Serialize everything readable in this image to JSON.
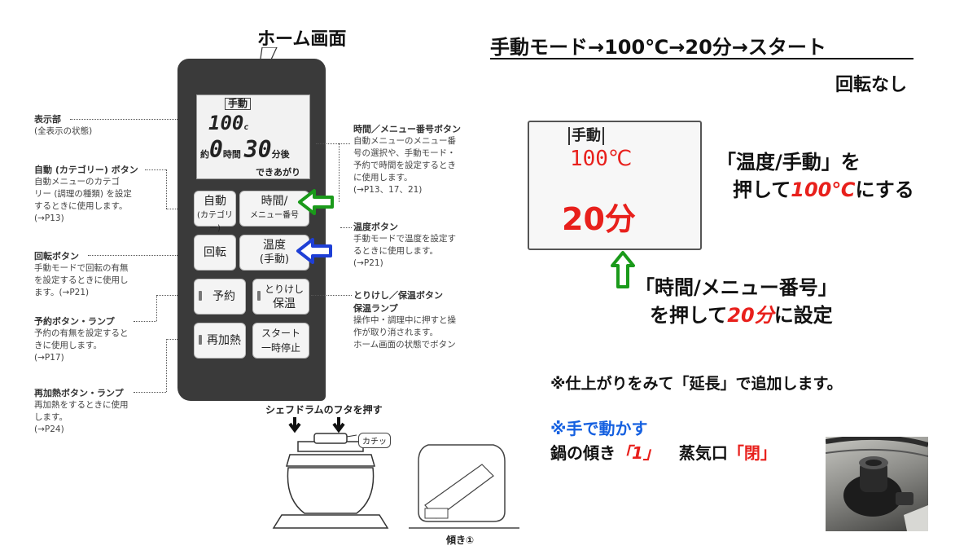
{
  "home_label": "ホーム画面",
  "display": {
    "mode": "手動",
    "temp_value": "100",
    "temp_unit": "c",
    "yaku": "約",
    "hours_value": "0",
    "hours_unit": "時間",
    "minutes_value": "30",
    "minutes_unit": "分後",
    "done": "できあがり"
  },
  "keys": {
    "auto_line1": "自動",
    "auto_line2": "(カテゴリー)",
    "time_line1": "時間/",
    "time_line2": "メニュー番号",
    "rotate": "回転",
    "temp_line1": "温度",
    "temp_line2": "(手動)",
    "reserve": "予約",
    "cancel_line1": "とりけし",
    "cancel_line2": "保温",
    "reheat": "再加熱",
    "start_line1": "スタート",
    "start_line2": "一時停止"
  },
  "left_annotations": [
    {
      "title": "表示部",
      "body": "(全表示の状態)"
    },
    {
      "title": "自動 (カテゴリー) ボタン",
      "body": "自動メニューのカテゴ\nリー (調理の種類) を設定\nするときに使用します。\n(→P13)"
    },
    {
      "title": "回転ボタン",
      "body": "手動モードで回転の有無\nを設定するときに使用し\nます。(→P21)"
    },
    {
      "title": "予約ボタン・ランプ",
      "body": "予約の有無を設定すると\nきに使用します。\n(→P17)"
    },
    {
      "title": "再加熱ボタン・ランプ",
      "body": "再加熱をするときに使用\nします。\n(→P24)"
    }
  ],
  "right_annotations": [
    {
      "title": "時間／メニュー番号ボタン",
      "body": "自動メニューのメニュー番\n号の選択や、手動モード・\n予約で時間を設定するとき\nに使用します。\n(→P13、17、21)"
    },
    {
      "title": "温度ボタン",
      "body": "手動モードで温度を設定す\nるときに使用します。\n(→P21)"
    },
    {
      "title": "とりけし／保温ボタン\n保温ランプ",
      "body": "操作中・調理中に押すと操\n作が取り消されます。\nホーム画面の状態でボタン"
    }
  ],
  "figure": {
    "caption": "シェフドラムのフタを押す",
    "click_label": "カチッ",
    "tilt_label": "傾き①"
  },
  "headline": "手動モード→100℃→20分→スタート",
  "sub_headline": "回転なし",
  "lcd": {
    "mode": "手動",
    "temp": "100℃",
    "time": "20分"
  },
  "temp_note": {
    "line1": "「温度/手動」を",
    "line2_pre": "押して",
    "line2_em": "100℃",
    "line2_post": "にする"
  },
  "time_note": {
    "line1": "「時間/メニュー番号」",
    "line2_pre": "を押して",
    "line2_em": "20分",
    "line2_post": "に設定"
  },
  "extend_note": "※仕上がりをみて「延長」で追加します。",
  "hand_note": "※手で動かす",
  "tilt_note": {
    "pre": "鍋の傾き",
    "em1": "「1」",
    "mid": "蒸気口",
    "em2": "「閉」"
  },
  "colors": {
    "red": "#e8201c",
    "blue": "#1560e0",
    "green_arrow": "#1a9a1a",
    "blue_arrow": "#1e3fd6",
    "panel": "#3a3a3a"
  }
}
